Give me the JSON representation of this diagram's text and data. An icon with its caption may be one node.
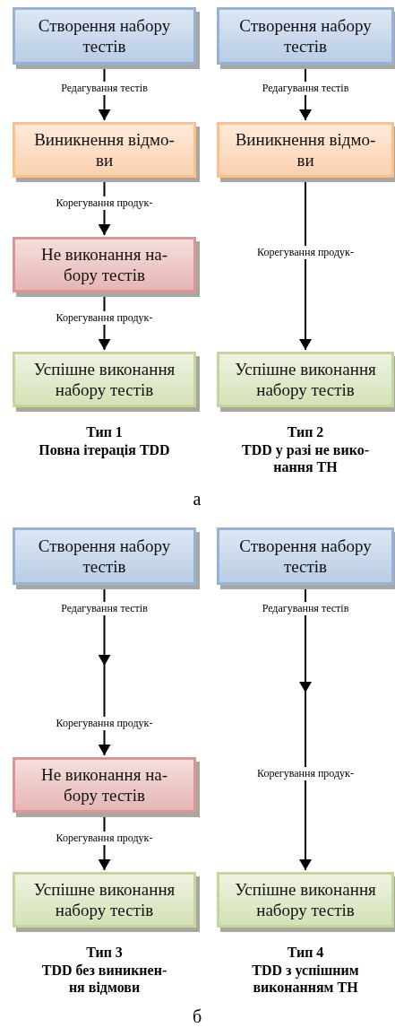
{
  "diagram": {
    "nodes": [
      {
        "text": [
          "Створення набору тестів"
        ]
      },
      {
        "text": [
          "Виникнення відмо- ви"
        ]
      },
      {
        "text": [
          "Не виконання на- бору тестів"
        ]
      },
      {
        "text": [
          "Успішне виконання набору тестів"
        ]
      },
      {
        "text": [
          "Створення набору тестів"
        ]
      },
      {
        "text": [
          "Виникнення відмо- ви"
        ]
      },
      {
        "text": [
          "Успішне виконання набору тестів"
        ]
      },
      {
        "text": [
          "Створення набору тестів"
        ]
      },
      {
        "text": [
          "Не виконання на- бору тестів"
        ]
      },
      {
        "text": [
          "Успішне виконання набору тестів"
        ]
      },
      {
        "text": [
          "Створення набору тестів"
        ]
      },
      {
        "text": [
          "Успішне виконання набору тестів"
        ]
      }
    ],
    "edges": [
      {
        "from": 0,
        "to": 1,
        "arrow": "to",
        "label": "Редагування тестів"
      },
      {
        "from": 1,
        "to": 2,
        "arrow": "to",
        "label": "Корегування продук-"
      },
      {
        "from": 2,
        "to": 3,
        "arrow": "to",
        "label": "Корегування продук-"
      },
      {
        "from": 4,
        "to": 5,
        "arrow": "to",
        "label": "Редагування тестів"
      },
      {
        "from": 5,
        "to": 6,
        "arrow": "to",
        "label": "Корегування продук-"
      },
      {
        "from": 7,
        "to": 8,
        "arrow": "to",
        "label": "Редагування тестів"
      },
      {
        "from": 8,
        "to": 9,
        "arrow": "to",
        "label": "Корегування продук-"
      },
      {
        "from": 10,
        "to": 11,
        "arrow": "to",
        "label": "Редагування тестів"
      }
    ],
    "labels": [
      "Тип 1",
      "Повна ітерація TDD",
      "Тип 2",
      "TDD у разі не вико- нання ТН",
      "а",
      "Корегування продук-",
      "Корегування продук-",
      "Тип 3",
      "TDD без виникнен- ня відмови",
      "Тип 4",
      "TDD з успішним виконанням ТН",
      "б"
    ]
  }
}
